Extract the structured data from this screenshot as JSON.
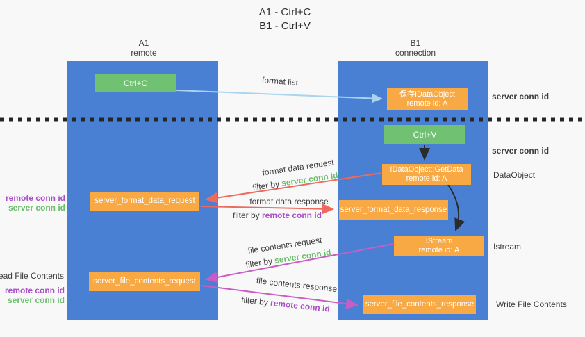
{
  "title": {
    "line1": "A1 - Ctrl+C",
    "line2": "B1 - Ctrl+V"
  },
  "columns": {
    "left": {
      "name": "A1",
      "role": "remote"
    },
    "right": {
      "name": "B1",
      "role": "connection"
    }
  },
  "boxes": {
    "ctrl_c": {
      "label": "Ctrl+C"
    },
    "save_dataobject": {
      "line1": "保存IDataObject",
      "line2": "remote id: A"
    },
    "ctrl_v": {
      "label": "Ctrl+V"
    },
    "getdata": {
      "line1": "IDataObject::GetData",
      "line2": "remote id: A"
    },
    "server_format_data_request": {
      "label": "server_format_data_request"
    },
    "server_format_data_response": {
      "label": "server_format_data_response"
    },
    "istream": {
      "line1": "IStream",
      "line2": "remote id: A"
    },
    "server_file_contents_request": {
      "label": "server_file_contents_request"
    },
    "server_file_contents_response": {
      "label": "server_file_contents_response"
    }
  },
  "flow_labels": {
    "format_list": "format list",
    "format_data_request": "format data request",
    "format_data_request_filter": {
      "prefix": "filter by ",
      "value": "server conn id"
    },
    "format_data_response": "format data response",
    "format_data_response_filter": {
      "prefix": "filter by ",
      "value": "remote conn id"
    },
    "file_contents_request": "file contents request",
    "file_contents_request_filter": {
      "prefix": "filter by ",
      "value": "server conn id"
    },
    "file_contents_response": "file contents response",
    "file_contents_response_filter": {
      "prefix": "filter by ",
      "value": "remote conn id"
    }
  },
  "side_labels": {
    "right_server_conn_top": "server conn id",
    "right_server_conn_mid": "server conn id",
    "data_object": "DataObject",
    "istream": "Istream",
    "write_file_contents": "Write File Contents",
    "left_remote_conn_top": "remote conn id",
    "left_server_conn_top": "server conn id",
    "read_file_contents": "Read File Contents",
    "left_remote_conn_bottom": "remote conn id",
    "left_server_conn_bottom": "server conn id"
  },
  "colors": {
    "column_blue": "#4a80d4",
    "box_green": "#71c173",
    "box_orange": "#f8a944",
    "arrow_blue": "#a9d3ee",
    "arrow_black": "#2b2b2b",
    "arrow_red": "#ec6a5e",
    "arrow_magenta": "#c95dc3",
    "text_green": "#6cbd6c",
    "text_purple": "#a84fc6",
    "text_dark": "#3d3d3d",
    "background": "#f8f8f8"
  }
}
